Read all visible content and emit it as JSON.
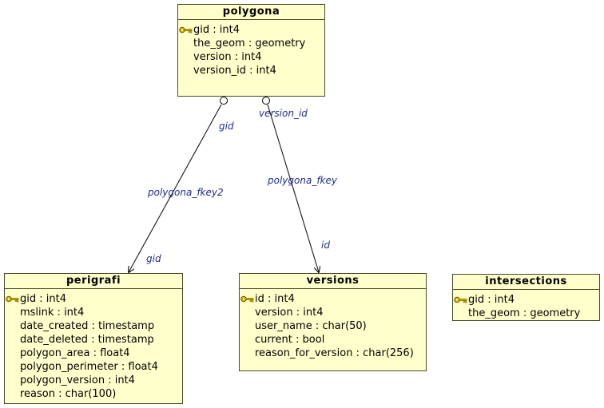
{
  "entities": {
    "polygona": {
      "name": "polygona",
      "fields": [
        {
          "text": "gid : int4",
          "pk": true
        },
        {
          "text": "the_geom : geometry",
          "pk": false
        },
        {
          "text": "version : int4",
          "pk": false
        },
        {
          "text": "version_id : int4",
          "pk": false
        }
      ]
    },
    "perigrafi": {
      "name": "perigrafi",
      "fields": [
        {
          "text": "gid : int4",
          "pk": true
        },
        {
          "text": "mslink : int4",
          "pk": false
        },
        {
          "text": "date_created : timestamp",
          "pk": false
        },
        {
          "text": "date_deleted : timestamp",
          "pk": false
        },
        {
          "text": "polygon_area : float4",
          "pk": false
        },
        {
          "text": "polygon_perimeter : float4",
          "pk": false
        },
        {
          "text": "polygon_version : int4",
          "pk": false
        },
        {
          "text": "reason : char(100)",
          "pk": false
        }
      ]
    },
    "versions": {
      "name": "versions",
      "fields": [
        {
          "text": "id : int4",
          "pk": true
        },
        {
          "text": "version : int4",
          "pk": false
        },
        {
          "text": "user_name : char(50)",
          "pk": false
        },
        {
          "text": "current : bool",
          "pk": false
        },
        {
          "text": "reason_for_version : char(256)",
          "pk": false
        }
      ]
    },
    "intersections": {
      "name": "intersections",
      "fields": [
        {
          "text": "gid : int4",
          "pk": true
        },
        {
          "text": "the_geom : geometry",
          "pk": false
        }
      ]
    }
  },
  "relations": {
    "fkey2": {
      "name": "polygona_fkey2",
      "source_col": "gid",
      "target_col": "gid"
    },
    "fkey": {
      "name": "polygona_fkey",
      "source_col": "version_id",
      "target_col": "id"
    }
  },
  "colors": {
    "entity_fill": "#ffffcc",
    "label": "#1f2a8a",
    "key": "#d4b400"
  },
  "icons": {
    "primary_key": "key-icon"
  }
}
